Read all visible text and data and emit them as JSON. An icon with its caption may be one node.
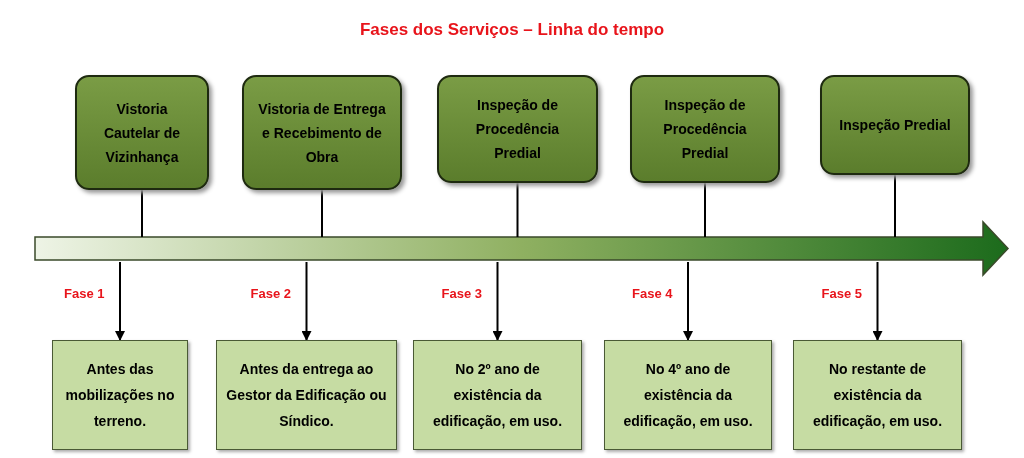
{
  "diagram": {
    "title": "Fases dos Serviços – Linha do tempo",
    "nodes": [
      {
        "text": [
          "Vistoria Cautelar de Vizinhança"
        ]
      },
      {
        "text": [
          "Vistoria de Entrega e Recebimento de Obra"
        ]
      },
      {
        "text": [
          "Inspeção de Procedência Predial"
        ]
      },
      {
        "text": [
          "Inspeção de Procedência Predial"
        ]
      },
      {
        "text": [
          "Inspeção Predial"
        ]
      },
      {
        "text": [],
        "shape": "arrow"
      },
      {
        "text": [
          "Antes das mobilizações no terreno."
        ]
      },
      {
        "text": [
          "Antes da entrega ao Gestor da Edificação ou Síndico."
        ]
      },
      {
        "text": [
          "No 2º ano de existência da edificação, em uso."
        ]
      },
      {
        "text": [
          "No 4º ano de existência da edificação, em uso."
        ]
      },
      {
        "text": [
          "No restante de existência da edificação, em uso."
        ]
      }
    ],
    "edges": [
      {
        "from": 0,
        "to": 5,
        "arrow": "none"
      },
      {
        "from": 1,
        "to": 5,
        "arrow": "none"
      },
      {
        "from": 2,
        "to": 5,
        "arrow": "none"
      },
      {
        "from": 3,
        "to": 5,
        "arrow": "none"
      },
      {
        "from": 4,
        "to": 5,
        "arrow": "none"
      },
      {
        "from": 5,
        "to": 6,
        "arrow": "to",
        "label": "Fase 1"
      },
      {
        "from": 5,
        "to": 7,
        "arrow": "to",
        "label": "Fase 2"
      },
      {
        "from": 5,
        "to": 8,
        "arrow": "to",
        "label": "Fase 3"
      },
      {
        "from": 5,
        "to": 9,
        "arrow": "to",
        "label": "Fase 4"
      },
      {
        "from": 5,
        "to": 10,
        "arrow": "to",
        "label": "Fase 5"
      }
    ]
  }
}
